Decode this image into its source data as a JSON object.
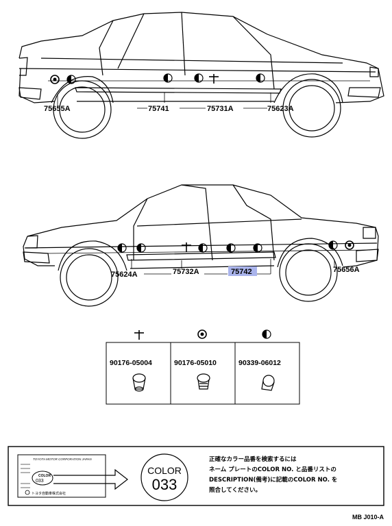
{
  "callouts_upper_car": [
    "75655A",
    "75741",
    "75731A",
    "75623A"
  ],
  "callouts_lower_car": [
    "75624A",
    "75732A",
    "75742",
    "75656A"
  ],
  "highlighted_callout": "75742",
  "clip_table": [
    {
      "part_no": "90176-05004",
      "symbol": "cross-clip-icon"
    },
    {
      "part_no": "90176-05010",
      "symbol": "round-clip-icon"
    },
    {
      "part_no": "90339-06012",
      "symbol": "half-circle-clip-icon"
    }
  ],
  "color_box": {
    "label": "COLOR",
    "code": "033",
    "plate_title": "TOYOTA MOTOR CORPORATION JAPAN",
    "plate_color_label": "COLOR",
    "plate_color_code": "033",
    "plate_maker": "トヨタ自動車株式会社"
  },
  "note_lines": [
    "正確なカラー品番を検索するには",
    "ネーム プレートのCOLOR NO. と品番リストの",
    "DESCRIPTION(備考)に記載のCOLOR NO. を",
    "照合してください。"
  ],
  "doc_code": "MB J010-A",
  "colors": {
    "ink": "#000000",
    "highlight": "#aab4ec"
  }
}
